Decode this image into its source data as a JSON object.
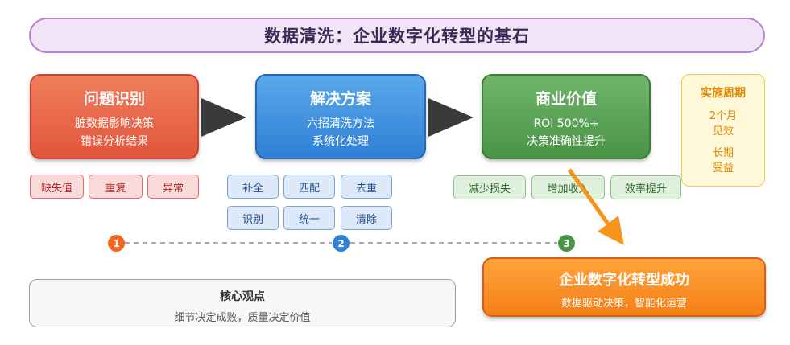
{
  "title": "数据清洗：企业数字化转型的基石",
  "stages": [
    {
      "heading": "问题识别",
      "lines": [
        "脏数据影响决策",
        "错误分析结果"
      ],
      "color": "#e2553c"
    },
    {
      "heading": "解决方案",
      "lines": [
        "六招清洗方法",
        "系统化处理"
      ],
      "color": "#2f7fd6"
    },
    {
      "heading": "商业价值",
      "lines": [
        "ROI 500%+",
        "决策准确性提升"
      ],
      "color": "#4a9446"
    }
  ],
  "period": {
    "heading": "实施周期",
    "lines": [
      "2个月",
      "见效",
      "长期",
      "受益"
    ]
  },
  "problem_tags": [
    "缺失值",
    "重复",
    "异常"
  ],
  "solution_tags": [
    "补全",
    "匹配",
    "去重",
    "识别",
    "统一",
    "清除"
  ],
  "value_tags": [
    "减少损失",
    "增加收入",
    "效率提升"
  ],
  "steps": [
    "1",
    "2",
    "3"
  ],
  "step_colors": [
    "#f26522",
    "#2f7fd6",
    "#4a9446"
  ],
  "core": {
    "heading": "核心观点",
    "text": "细节决定成败，质量决定价值"
  },
  "success": {
    "heading": "企业数字化转型成功",
    "text": "数据驱动决策，智能化运营",
    "color": "#f57f17"
  }
}
